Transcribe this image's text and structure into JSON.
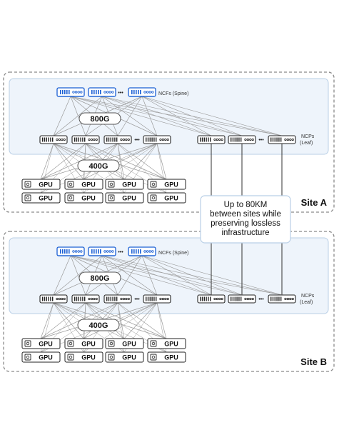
{
  "site_a": {
    "label": "Site A",
    "spine_label": "NCFs (Spine)",
    "leaf_label_line1": "NCPs",
    "leaf_label_line2": "(Leaf)",
    "speed_top": "800G",
    "speed_bottom": "400G"
  },
  "site_b": {
    "label": "Site B",
    "spine_label": "NCFs (Spine)",
    "leaf_label_line1": "NCPs",
    "leaf_label_line2": "(Leaf)",
    "speed_top": "800G",
    "speed_bottom": "400G"
  },
  "callout": {
    "line1": "Up to 80KM",
    "line2": "between sites while",
    "line3": "preserving lossless",
    "line4": "infrastructure"
  },
  "gpu_label": "GPU",
  "ellipsis": "•••",
  "colors": {
    "spine_blue": "#1a5fd4",
    "panel_fill": "#eef4fb",
    "panel_stroke": "#b9cfe6",
    "site_border": "#8a8a8a",
    "link_gray": "#9a9a9a"
  }
}
